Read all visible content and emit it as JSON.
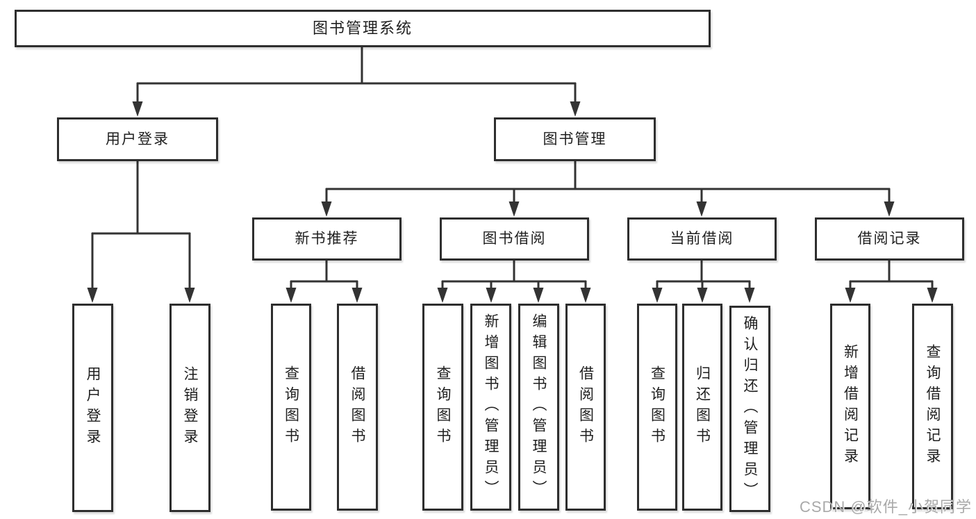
{
  "diagram": {
    "title": "图书管理系统",
    "root": {
      "label": "图书管理系统",
      "children": [
        {
          "label": "用户登录",
          "children": [
            {
              "label": "用户登录"
            },
            {
              "label": "注销登录"
            }
          ]
        },
        {
          "label": "图书管理",
          "children": [
            {
              "label": "新书推荐",
              "children": [
                {
                  "label": "查询图书"
                },
                {
                  "label": "借阅图书"
                }
              ]
            },
            {
              "label": "图书借阅",
              "children": [
                {
                  "label": "查询图书"
                },
                {
                  "label": "新增图书（管理员）"
                },
                {
                  "label": "编辑图书（管理员）"
                },
                {
                  "label": "借阅图书"
                }
              ]
            },
            {
              "label": "当前借阅",
              "children": [
                {
                  "label": "查询图书"
                },
                {
                  "label": "归还图书"
                },
                {
                  "label": "确认归还（管理员）"
                }
              ]
            },
            {
              "label": "借阅记录",
              "children": [
                {
                  "label": "新增借阅记录"
                },
                {
                  "label": "查询借阅记录"
                }
              ]
            }
          ]
        }
      ]
    },
    "colors": {
      "line": "#333333",
      "box_border": "#2e2e2e",
      "text": "#1f1f1f",
      "background": "#ffffff",
      "watermark": "#a9a9a9"
    }
  },
  "watermark": {
    "text": "CSDN @软件_小贺同学"
  }
}
